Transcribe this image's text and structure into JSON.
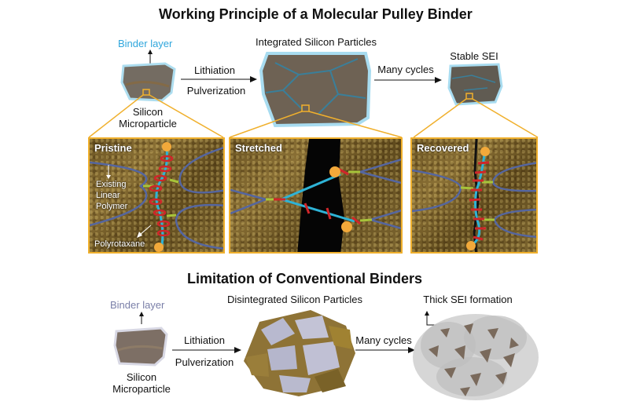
{
  "figure": {
    "top_section": {
      "title": "Working Principle of a Molecular Pulley Binder",
      "binder_label": "Binder layer",
      "particle_label_line1": "Silicon",
      "particle_label_line2": "Microparticle",
      "arrow1_top": "Lithiation",
      "arrow1_bottom": "Pulverization",
      "integrated_label": "Integrated Silicon Particles",
      "arrow2_top": "Many cycles",
      "stable_label": "Stable SEI",
      "panels": [
        {
          "title": "Pristine",
          "annotations": [
            "Existing",
            "Linear",
            "Polymer",
            "Polyrotaxane"
          ]
        },
        {
          "title": "Stretched"
        },
        {
          "title": "Recovered"
        }
      ]
    },
    "bottom_section": {
      "title": "Limitation of Conventional Binders",
      "binder_label": "Binder layer",
      "particle_label_line1": "Silicon",
      "particle_label_line2": "Microparticle",
      "arrow1_top": "Lithiation",
      "arrow1_bottom": "Pulverization",
      "disintegrated_label": "Disintegrated Silicon Particles",
      "arrow2_top": "Many cycles",
      "thick_sei_label": "Thick SEI formation"
    },
    "colors": {
      "zoom_lines": "#f0b02d",
      "binder_blue": "#2fa6dc",
      "binder_grey": "#7a7fa8",
      "polymer": "#5566a0",
      "polyrotaxane_axle": "#2eb3d6",
      "rings": "#d0262a",
      "stoppers": "#f2a93a",
      "crosslink": "#a7c43a"
    }
  }
}
